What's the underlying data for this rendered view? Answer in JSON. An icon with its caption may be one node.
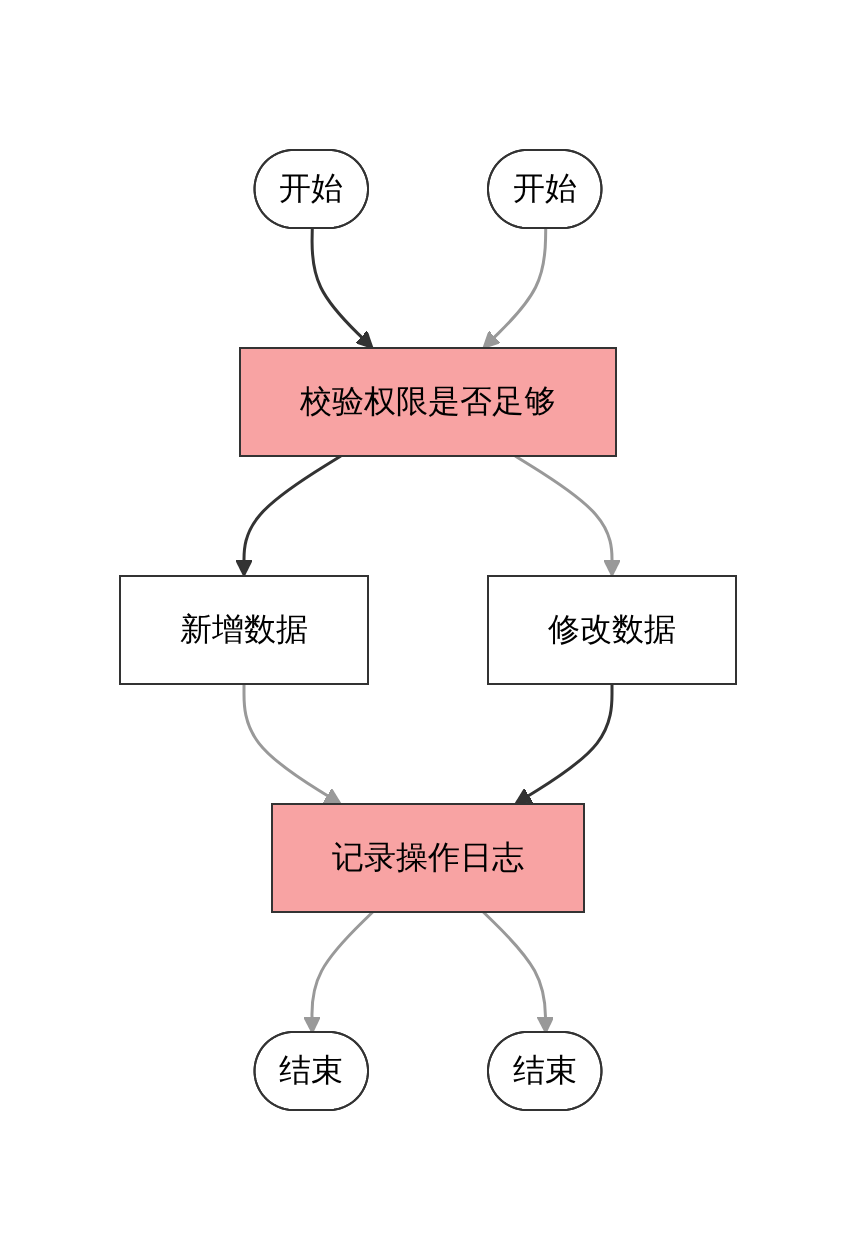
{
  "diagram": {
    "nodes": [
      {
        "text": [
          "开始"
        ]
      },
      {
        "text": [
          "开始"
        ]
      },
      {
        "text": [
          "校验权限是否足够"
        ]
      },
      {
        "text": [
          "新增数据"
        ]
      },
      {
        "text": [
          "修改数据"
        ]
      },
      {
        "text": [
          "记录操作日志"
        ]
      },
      {
        "text": [
          "结束"
        ]
      },
      {
        "text": [
          "结束"
        ]
      }
    ],
    "edges": [
      {
        "from": 0,
        "to": 2,
        "arrow": "to",
        "color": "#333333"
      },
      {
        "from": 1,
        "to": 2,
        "arrow": "to"
      },
      {
        "from": 2,
        "to": 3,
        "arrow": "to",
        "color": "#333333"
      },
      {
        "from": 2,
        "to": 4,
        "arrow": "to"
      },
      {
        "from": 3,
        "to": 5,
        "arrow": "to"
      },
      {
        "from": 4,
        "to": 5,
        "arrow": "to",
        "color": "#333333"
      },
      {
        "from": 5,
        "to": 6,
        "arrow": "to"
      },
      {
        "from": 5,
        "to": 7,
        "arrow": "to"
      }
    ]
  }
}
